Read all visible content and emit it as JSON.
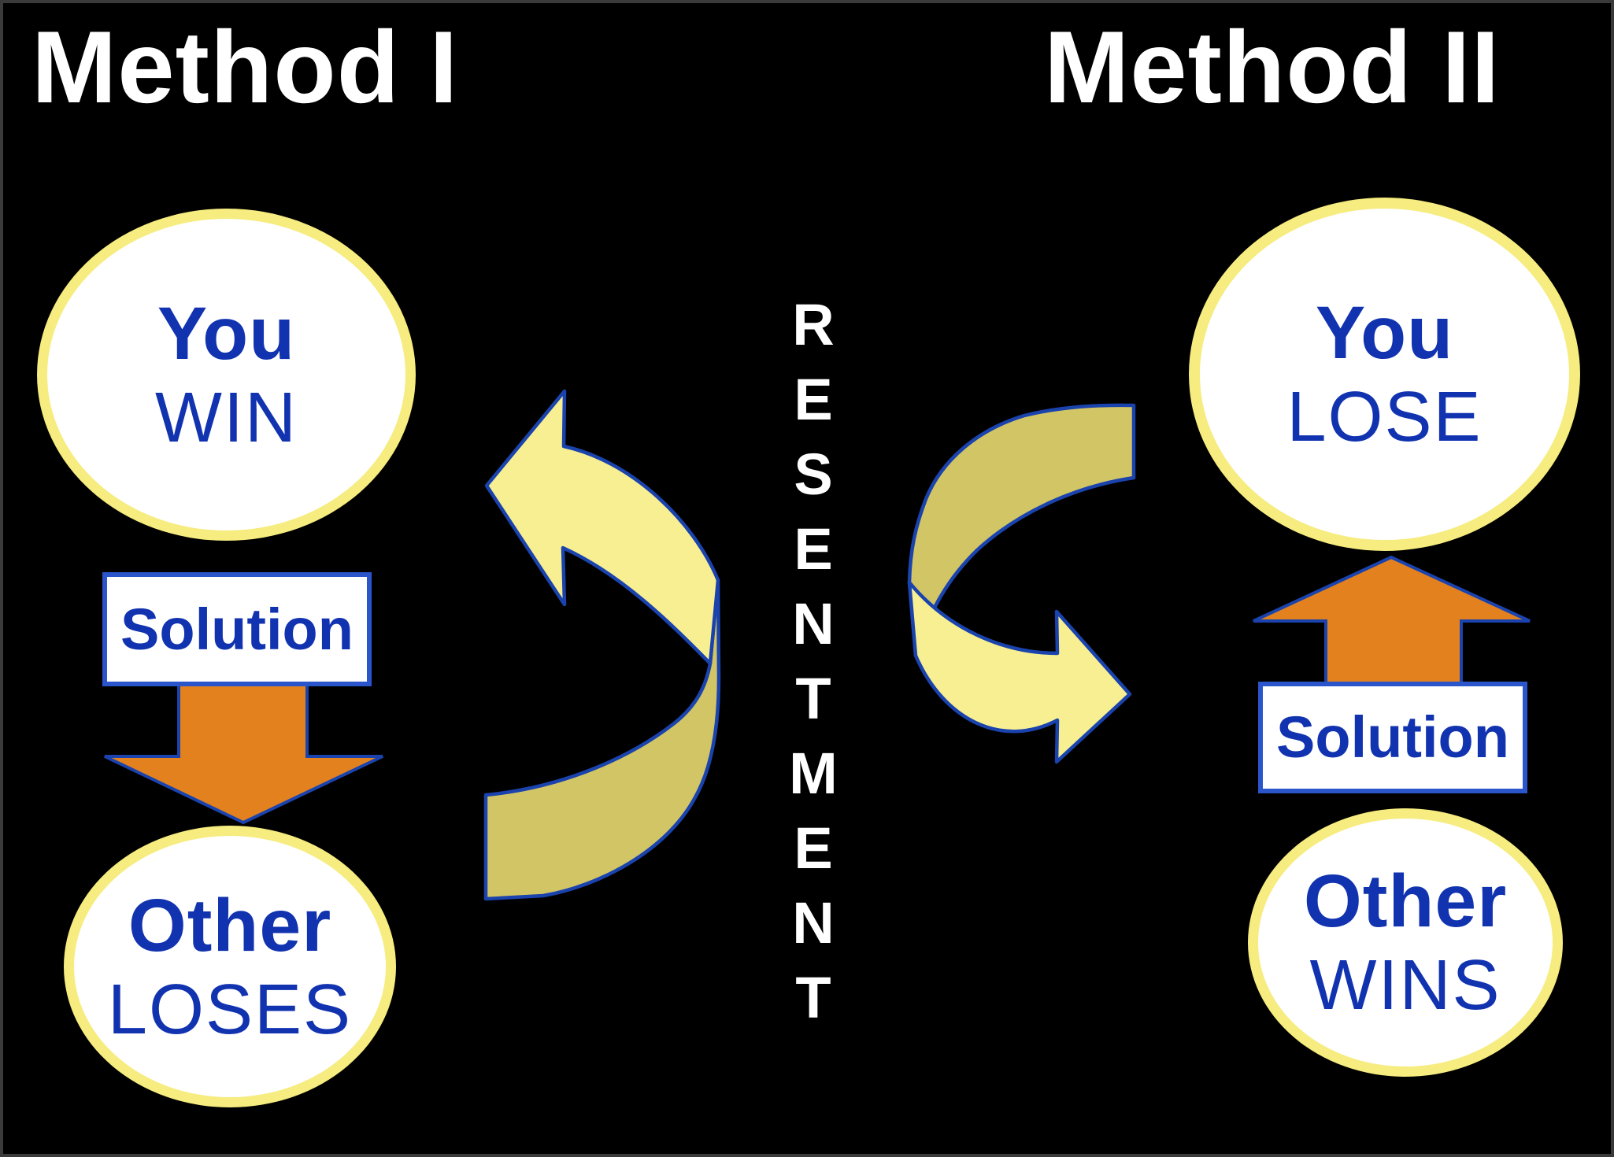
{
  "slide": {
    "title_left": "Method I",
    "title_right": "Method II",
    "center_word": "RESENTMENT",
    "method1": {
      "top_ellipse": {
        "line1": "You",
        "line2": "WIN"
      },
      "solution_label": "Solution",
      "bottom_ellipse": {
        "line1": "Other",
        "line2": "LOSES"
      }
    },
    "method2": {
      "top_ellipse": {
        "line1": "You",
        "line2": "LOSE"
      },
      "solution_label": "Solution",
      "bottom_ellipse": {
        "line1": "Other",
        "line2": "WINS"
      }
    },
    "icons": {
      "method1_cycle": "curved-cycle-arrow-left",
      "method2_cycle": "curved-cycle-arrow-right",
      "method1_flow": "down-block-arrow",
      "method2_flow": "up-block-arrow"
    },
    "colors": {
      "bg": "#000000",
      "frame": "#3a3a3a",
      "white": "#ffffff",
      "ellipse-yellow": "#f6ec7f",
      "arrow-yellow": "#f7ef92",
      "arrow-olive": "#d2c565",
      "outline-blue": "#1a43ad",
      "box-border": "#2b55cb",
      "text-blue": "#1233b0",
      "orange": "#e2811e"
    }
  }
}
